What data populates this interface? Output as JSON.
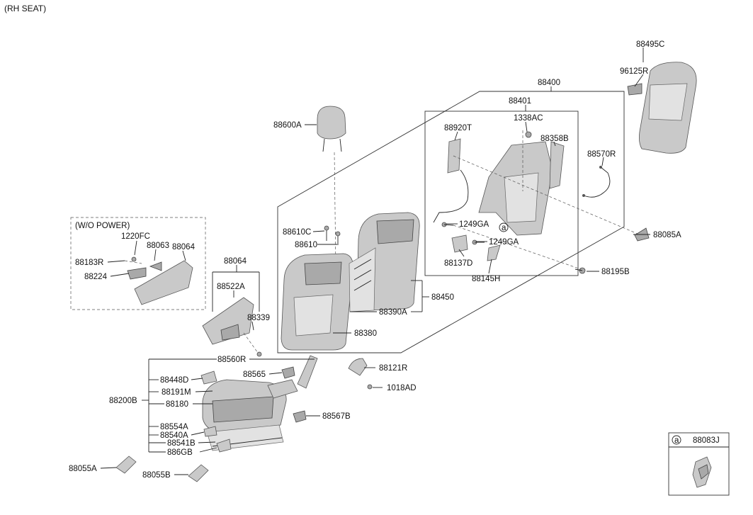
{
  "title": "(RH SEAT)",
  "wo_power_label": "(W/O POWER)",
  "callout": {
    "letter": "a",
    "part": "88083J"
  },
  "labels": {
    "p88495C": "88495C",
    "p96125R": "96125R",
    "p88400": "88400",
    "p88401": "88401",
    "p1338AC": "1338AC",
    "p88920T": "88920T",
    "p88358B": "88358B",
    "p88570R": "88570R",
    "p88600A": "88600A",
    "p88610C": "88610C",
    "p88610": "88610",
    "p1249GA_1": "1249GA",
    "p1249GA_2": "1249GA",
    "p88085A": "88085A",
    "p88137D": "88137D",
    "p88145H": "88145H",
    "p88195B": "88195B",
    "p88450": "88450",
    "p88390A": "88390A",
    "p88380": "88380",
    "p1220FC": "1220FC",
    "p88063": "88063",
    "p88064_a": "88064",
    "p88183R": "88183R",
    "p88224": "88224",
    "p88064_b": "88064",
    "p88522A": "88522A",
    "p88339": "88339",
    "p88560R": "88560R",
    "p88565": "88565",
    "p88121R": "88121R",
    "p1018AD": "1018AD",
    "p88448D": "88448D",
    "p88191M": "88191M",
    "p88200B": "88200B",
    "p88180": "88180",
    "p88567B": "88567B",
    "p88554A": "88554A",
    "p88540A": "88540A",
    "p88541B": "88541B",
    "p886GB": "886GB",
    "p88055A": "88055A",
    "p88055B": "88055B"
  },
  "colors": {
    "line": "#222222",
    "part": "#c9c9c9",
    "part_dark": "#a9a9a9"
  }
}
